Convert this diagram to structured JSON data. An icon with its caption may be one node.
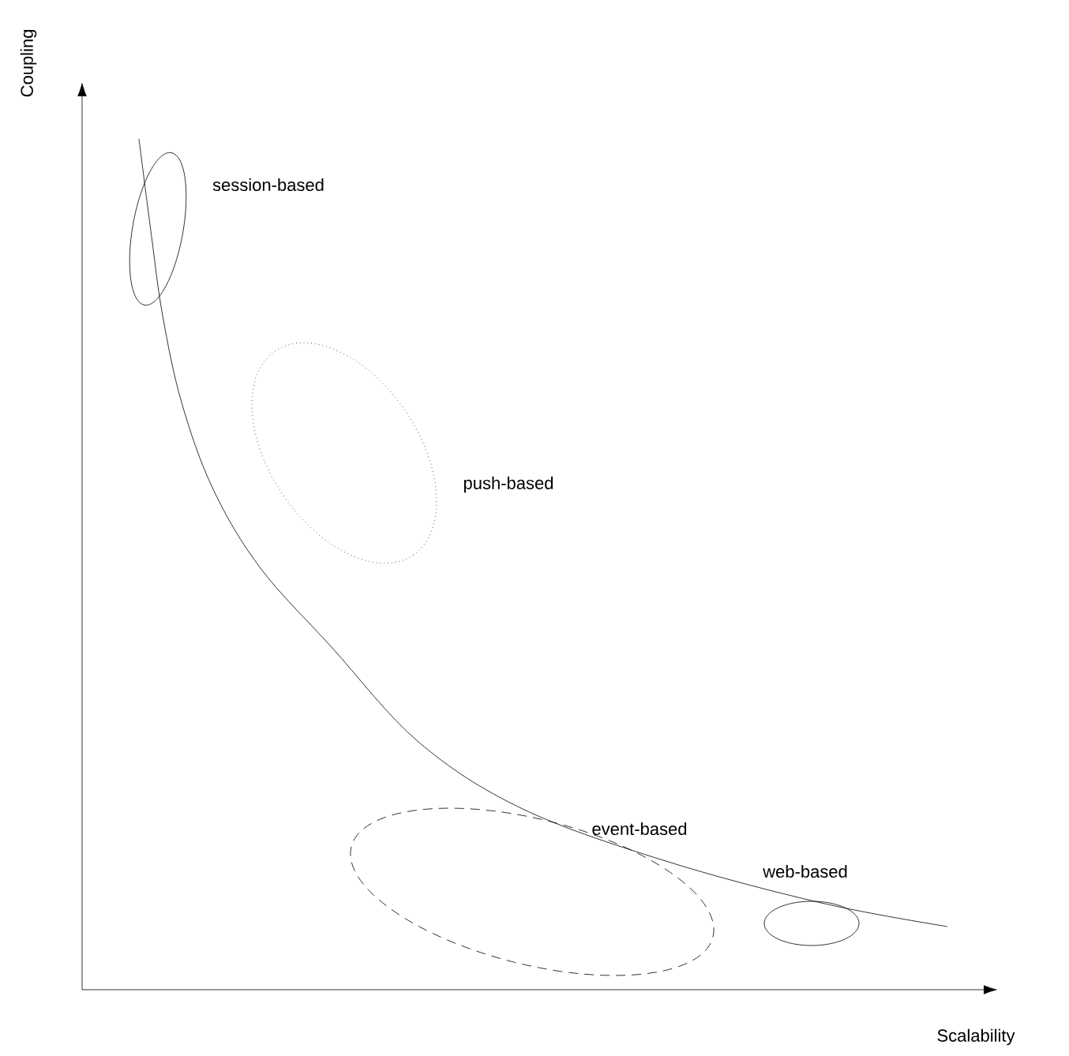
{
  "diagram": {
    "nodes": [
      {
        "text": [
          "session-based"
        ]
      },
      {
        "text": [
          "push-based"
        ]
      },
      {
        "text": [
          "event-based"
        ]
      },
      {
        "text": [
          "web-based"
        ]
      }
    ],
    "labels": [
      "Coupling",
      "Scalability"
    ]
  }
}
